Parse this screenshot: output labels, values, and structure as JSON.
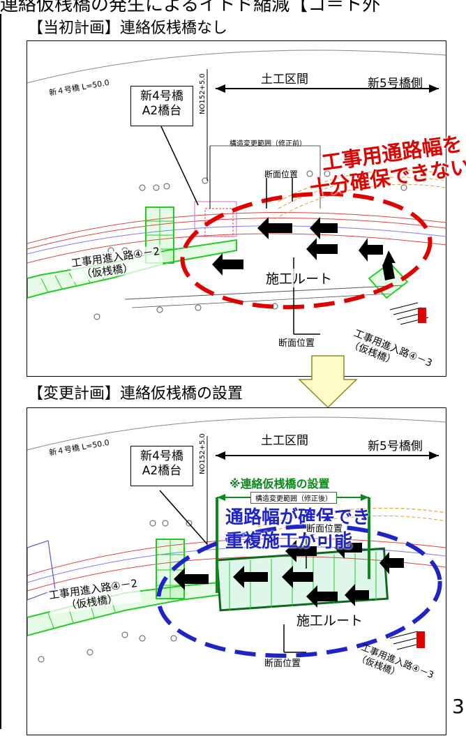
{
  "top_heading": "連絡仮桟橋の発生によるイトド縮減【コ＝ト外",
  "page_number": "3",
  "panel_top": {
    "title": "【当初計画】連絡仮桟橋なし",
    "bridge4_label": "新４号橋 L=50.0",
    "station_label": "NO152+5.0",
    "earthwork_label": "土工区間",
    "bridge5_side_label": "新5号橋側",
    "abutment_label": [
      "新4号橋",
      "A2橋台"
    ],
    "structure_range_label": "構造変更範囲（修正前）",
    "section_pos_label_1": "断面位置",
    "section_pos_label_2": "断面位置",
    "warning_text": [
      "工事用通路幅を",
      "十分確保できない"
    ],
    "access_road_1": [
      "工事用進入路④－2",
      "（仮桟橋）"
    ],
    "access_road_2": [
      "工事用進入路④－3",
      "（仮桟橋）"
    ],
    "route_label": "施工ルート"
  },
  "arrow_label": "",
  "panel_bottom": {
    "title": "【変更計画】連絡仮桟橋の設置",
    "bridge4_label": "新４号橋 L=50.0",
    "station_label": "NO152+5.0",
    "earthwork_label": "土工区間",
    "bridge5_side_label": "新5号橋側",
    "abutment_label": [
      "新4号橋",
      "A2橋台"
    ],
    "temp_bridge_label": "※連絡仮桟橋の設置",
    "structure_range_label": "構造変更範囲（修正後）",
    "benefit_text": [
      "通路幅が確保でき",
      "重複施工が可能"
    ],
    "section_pos_label_1": "断面位置",
    "section_pos_label_2": "断面位置",
    "access_road_1": [
      "工事用進入路④－2",
      "（仮桟橋）"
    ],
    "access_road_2": [
      "工事用進入路④－3",
      "（仮桟橋）"
    ],
    "route_label": "施工ルート"
  },
  "colors": {
    "warning_red": "#e00000",
    "benefit_blue": "#1f24c8",
    "bridge_green": "#0a8a1a",
    "drawing_green": "#22cc22",
    "arrow_fill": "#fffbc8",
    "arrow_stroke": "#8a8a20"
  }
}
